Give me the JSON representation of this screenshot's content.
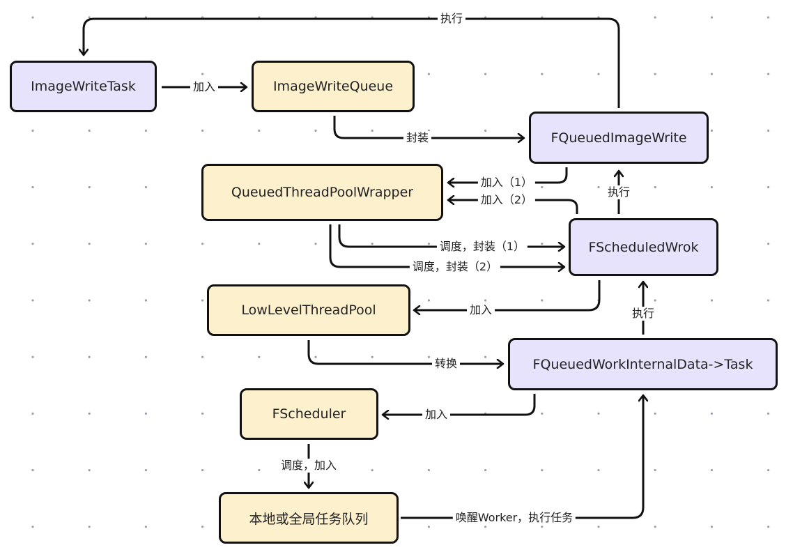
{
  "diagram": {
    "background": "#ffffff",
    "grid_dot_color": "#9aa0a8",
    "colors": {
      "purple_node": "#e8e3fd",
      "yellow_node": "#fdf0cd",
      "stroke": "#111111"
    },
    "nodes": {
      "image_write_task": "ImageWriteTask",
      "image_write_queue": "ImageWriteQueue",
      "fqueued_image_write": "FQueuedImageWrite",
      "queued_thread_pool_wrapper": "QueuedThreadPoolWrapper",
      "fscheduled_wrok": "FScheduledWrok",
      "low_level_thread_pool": "LowLevelThreadPool",
      "fqueued_work_internal_data_task": "FQueuedWorkInternalData->Task",
      "fscheduler": "FScheduler",
      "task_queue": "本地或全局任务队列"
    },
    "edges": {
      "execute_top": "执行",
      "add_task_to_queue": "加入",
      "wrap_queue": "封装",
      "add_1": "加入（1）",
      "add_2": "加入（2）",
      "execute_fqiw": "执行",
      "schedule_wrap_1": "调度，封装（1）",
      "schedule_wrap_2": "调度，封装（2）",
      "add_lltp": "加入",
      "execute_fsw": "执行",
      "convert": "转换",
      "add_fscheduler": "加入",
      "schedule_add": "调度，加入",
      "wake_worker": "唤醒Worker，执行任务"
    }
  }
}
